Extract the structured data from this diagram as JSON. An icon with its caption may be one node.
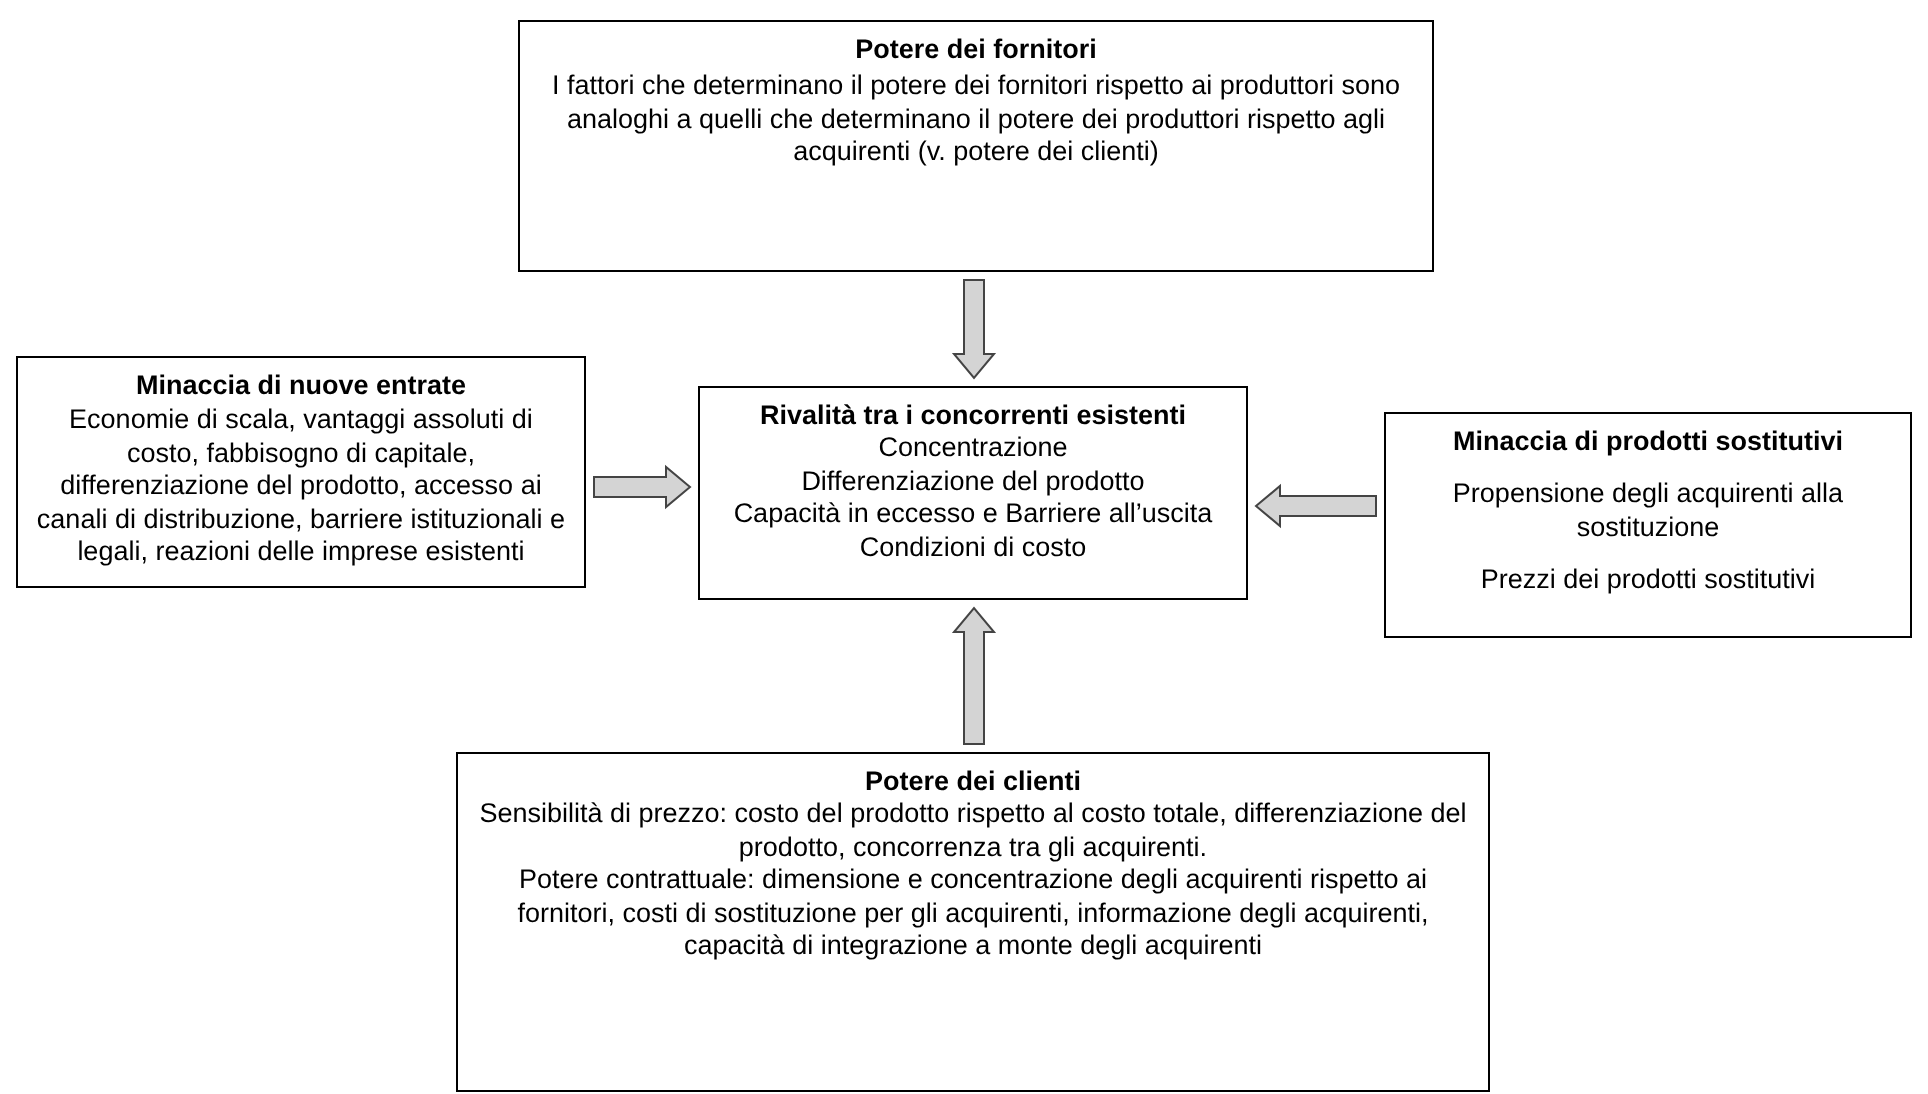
{
  "diagram": {
    "nodes": [
      {
        "text": [
          "Potere dei fornitori",
          "I fattori che determinano il potere dei fornitori rispetto ai produttori sono analoghi a quelli che determinano il potere dei produttori rispetto agli acquirenti (v. potere dei clienti)"
        ]
      },
      {
        "text": [
          "Minaccia di nuove entrate",
          "Economie di scala, vantaggi assoluti di costo, fabbisogno di capitale, differenziazione del prodotto, accesso ai canali di distribuzione, barriere istituzionali e legali, reazioni delle imprese esistenti"
        ]
      },
      {
        "text": [
          "Rivalità tra i concorrenti esistenti",
          "Concentrazione",
          "Differenziazione del prodotto",
          "Capacità in eccesso e Barriere all’uscita",
          "Condizioni di costo"
        ]
      },
      {
        "text": [
          "Minaccia di prodotti sostitutivi",
          "Propensione degli acquirenti alla sostituzione",
          "Prezzi dei prodotti sostitutivi"
        ]
      },
      {
        "text": [
          "Potere dei clienti",
          "Sensibilità di prezzo: costo del prodotto rispetto al costo totale, differenziazione del prodotto, concorrenza tra gli acquirenti.",
          "Potere contrattuale: dimensione e concentrazione degli acquirenti rispetto ai fornitori, costi di sostituzione per gli acquirenti, informazione degli acquirenti, capacità di integrazione a monte degli acquirenti"
        ]
      }
    ],
    "edges": [
      {
        "from": 0,
        "to": 2,
        "arrow": "to"
      },
      {
        "from": 1,
        "to": 2,
        "arrow": "to"
      },
      {
        "from": 3,
        "to": 2,
        "arrow": "to"
      },
      {
        "from": 4,
        "to": 2,
        "arrow": "to"
      }
    ]
  }
}
